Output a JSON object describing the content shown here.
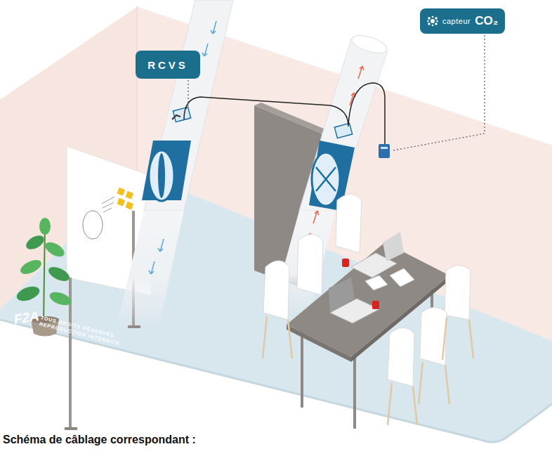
{
  "diagram": {
    "nodes": [
      {
        "text": [
          "RCVS"
        ]
      },
      {
        "text": [
          "capteur",
          "CO₂"
        ]
      }
    ],
    "labels": [
      "F2A",
      "TOUS DROITS RÉSERVÉS",
      "REPRODUCTION INTERDITE",
      "Schéma de câblage correspondant :"
    ]
  }
}
